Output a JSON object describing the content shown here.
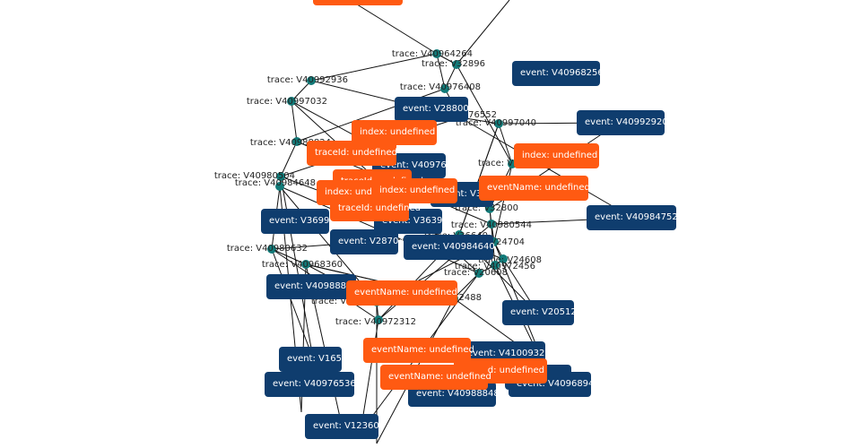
{
  "graph": {
    "colors": {
      "trace_node": "#127a78",
      "event_box": "#0f3d6e",
      "detail_box": "#ff5a12",
      "edge": "#111111"
    },
    "trace_labels": [
      "trace: V40964264",
      "trace: V32896",
      "trace: V40976408",
      "trace: V40976552",
      "trace: V40997040",
      "trace: V40992936",
      "trace: V40997032",
      "trace: V40988824",
      "trace: V24736",
      "trace: V40980504",
      "trace: V40984648",
      "trace: V32800",
      "trace: V40980544",
      "trace: V40980632",
      "trace: V40968360",
      "trace: V24704",
      "trace: V24608",
      "trace: V40972456",
      "trace: V20608",
      "trace: V12488",
      "trace: V41005232",
      "trace: V40972312",
      "trace: V36640"
    ],
    "event_boxes": [
      "event: V40968256",
      "event: V40992920",
      "event: V28800",
      "event: V40976448",
      "event: V36992",
      "event: V28704",
      "event: V36392",
      "event: V40984640",
      "event: V40984752",
      "event: V40988840",
      "event: V20512",
      "event: V41009328",
      "event: V16544",
      "event: V40976536",
      "event: V12360",
      "event: V36",
      "event: V40988848",
      "event: V16512",
      "event: V40968944"
    ],
    "detail_boxes": [
      "index: undefined",
      "traceId: undefined",
      "index: undefined",
      "traceId: undefined",
      "index: undefined",
      "index: undefined",
      "eventName: undefined",
      "traceId: undefined",
      "eventName: undefined",
      "eventName: undefined",
      "traceId: undefined",
      "eventName: undefined"
    ]
  }
}
